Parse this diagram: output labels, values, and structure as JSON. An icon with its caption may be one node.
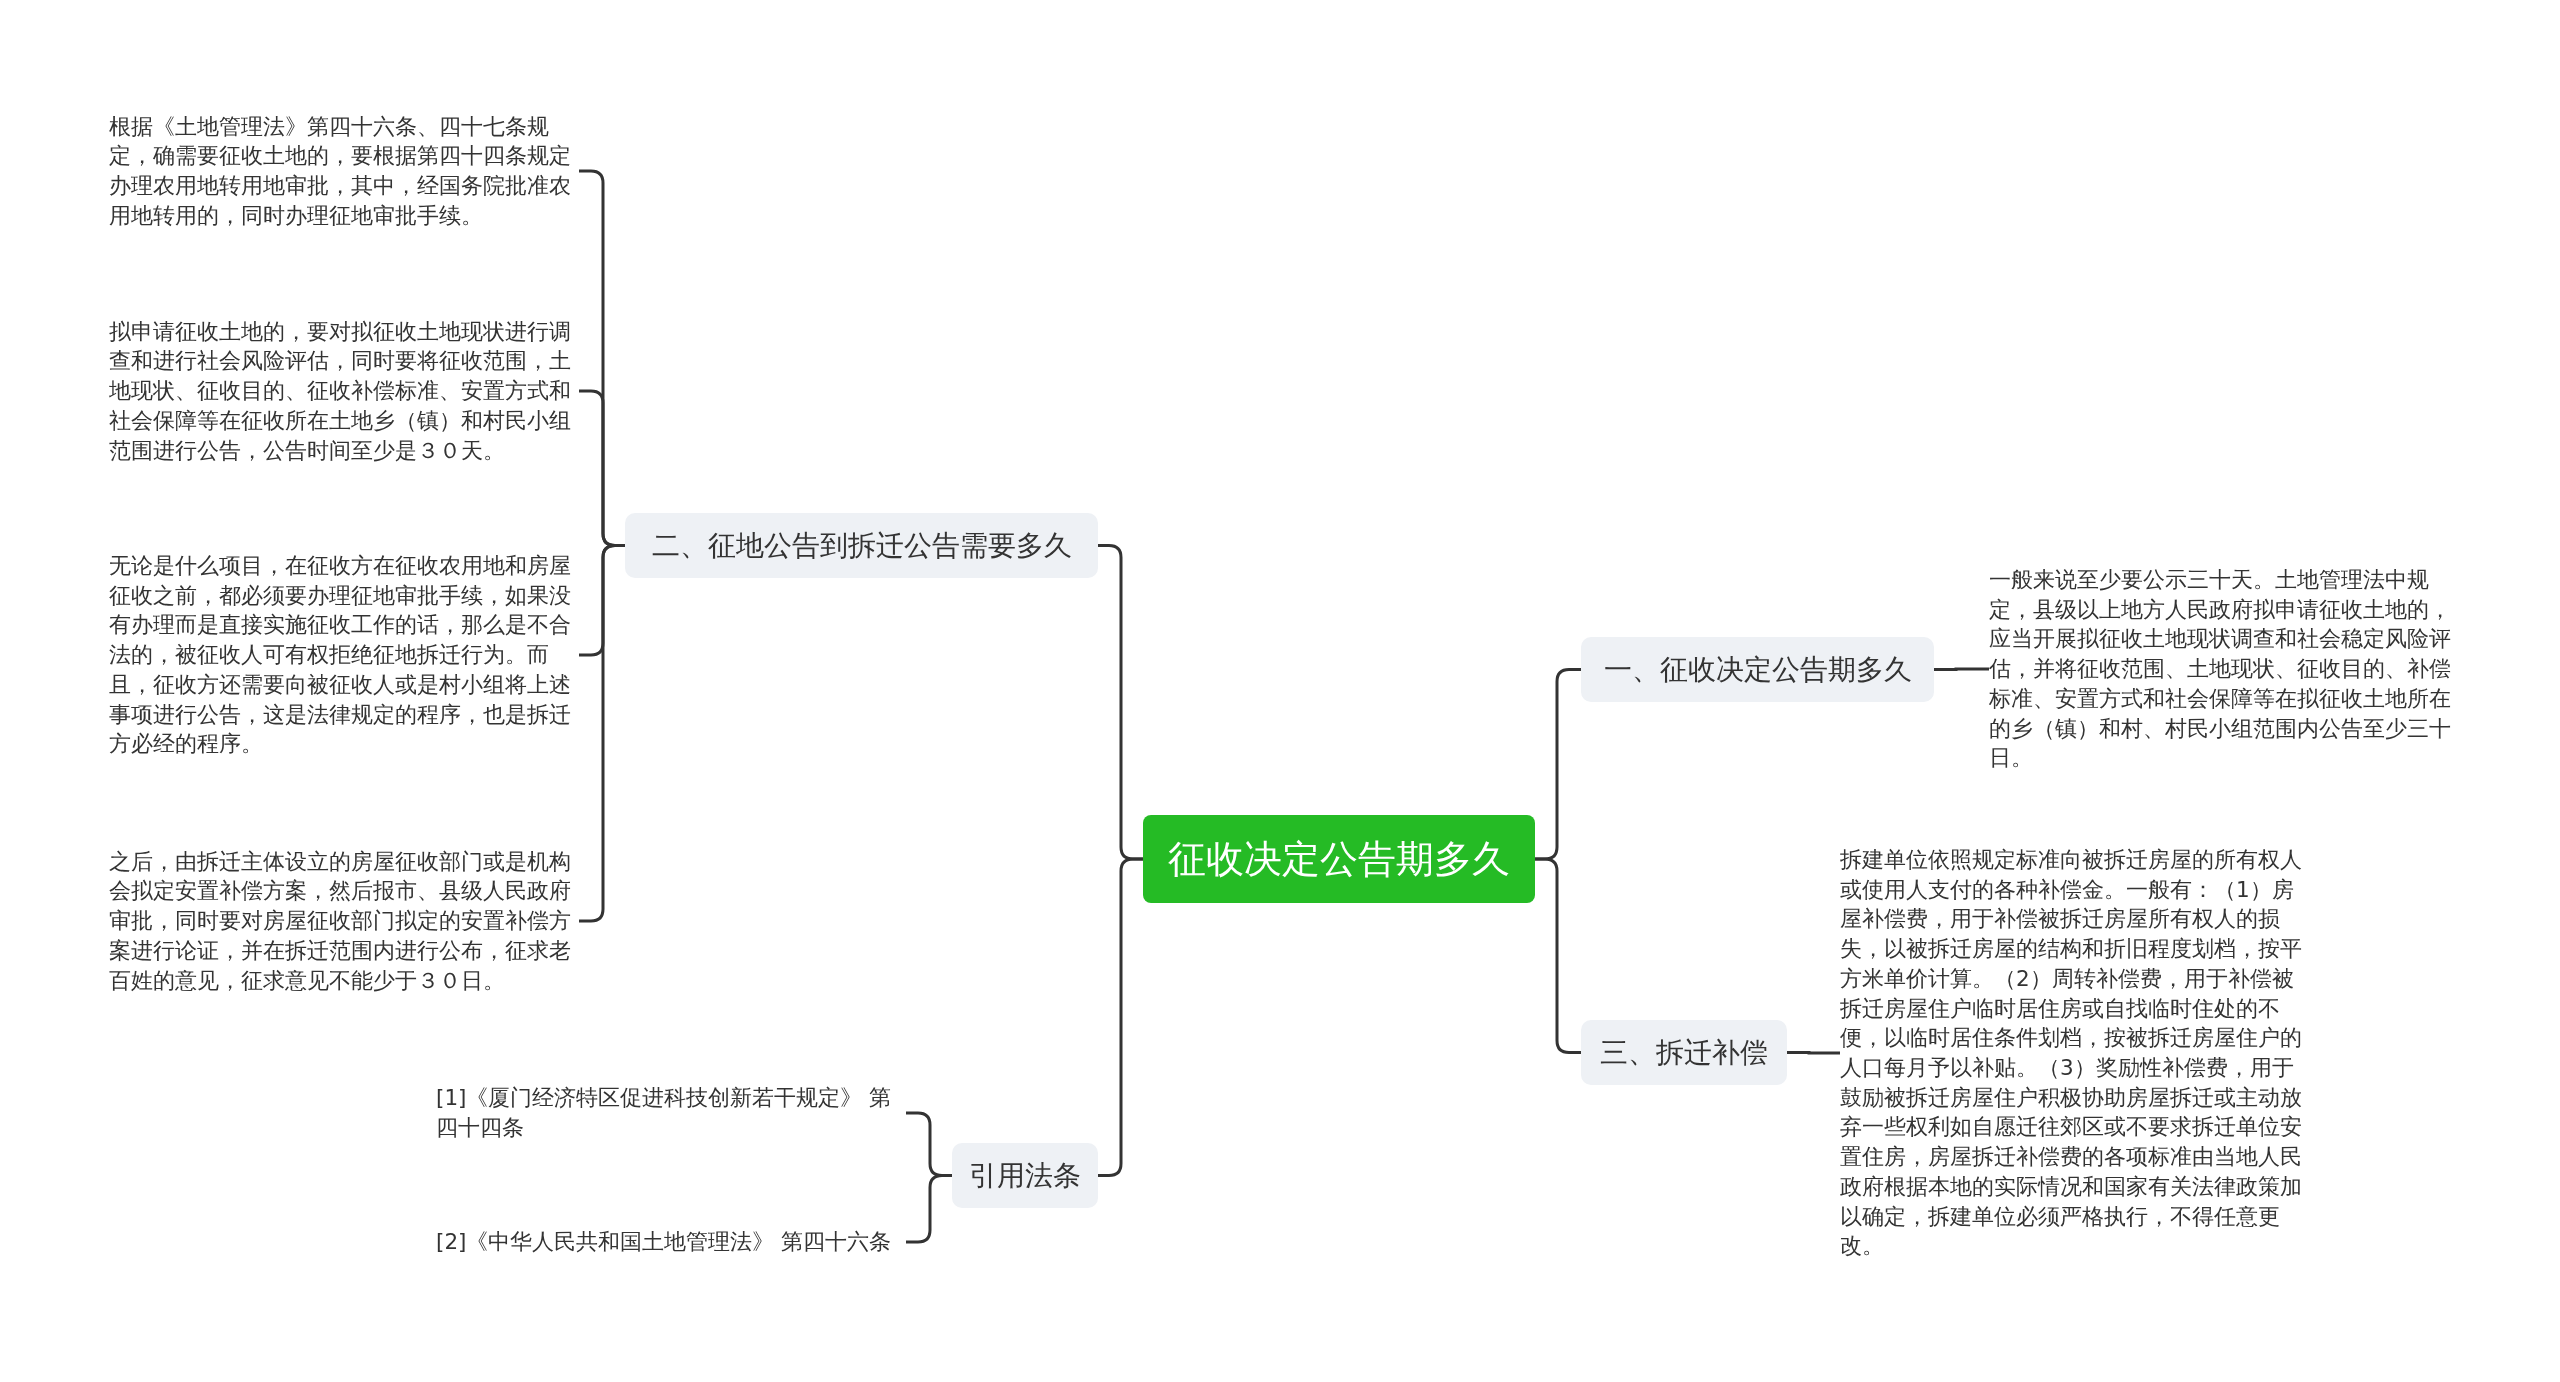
{
  "diagram": {
    "nodes": [
      {
        "text": [
          "征收决定公告期多久"
        ]
      },
      {
        "text": [
          "一、征收决定公告期多久"
        ]
      },
      {
        "text": [
          "一般来说至少要公示三十天。土地管理法中规定，县级以上地方人民政府拟申请征收土地的，应当开展拟征收土地现状调查和社会稳定风险评估，并将征收范围、土地现状、征收目的、补偿标准、安置方式和社会保障等在拟征收土地所在的乡（镇）和村、村民小组范围内公告至少三十日。"
        ]
      },
      {
        "text": [
          "三、拆迁补偿"
        ]
      },
      {
        "text": [
          "拆建单位依照规定标准向被拆迁房屋的所有权人或使用人支付的各种补偿金。一般有：（1）房屋补偿费，用于补偿被拆迁房屋所有权人的损失，以被拆迁房屋的结构和折旧程度划档，按平方米单价计算。（2）周转补偿费，用于补偿被拆迁房屋住户临时居住房或自找临时住处的不便，以临时居住条件划档，按被拆迁房屋住户的人口每月予以补贴。（3）奖励性补偿费，用于鼓励被拆迁房屋住户积极协助房屋拆迁或主动放弃一些权利如自愿迁往郊区或不要求拆迁单位安置住房，房屋拆迁补偿费的各项标准由当地人民政府根据本地的实际情况和国家有关法律政策加以确定，拆建单位必须严格执行，不得任意更改。"
        ]
      },
      {
        "text": [
          "二、征地公告到拆迁公告需要多久"
        ]
      },
      {
        "text": [
          "根据《土地管理法》第四十六条、四十七条规定，确需要征收土地的，要根据第四十四条规定办理农用地转用地审批，其中，经国务院批准农用地转用的，同时办理征地审批手续。"
        ]
      },
      {
        "text": [
          "拟申请征收土地的，要对拟征收土地现状进行调查和进行社会风险评估，同时要将征收范围，土地现状、征收目的、征收补偿标准、安置方式和社会保障等在征收所在土地乡（镇）和村民小组范围进行公告，公告时间至少是３０天。"
        ]
      },
      {
        "text": [
          "无论是什么项目，在征收方在征收农用地和房屋征收之前，都必须要办理征地审批手续，如果没有办理而是直接实施征收工作的话，那么是不合法的，被征收人可有权拒绝征地拆迁行为。而且，征收方还需要向被征收人或是村小组将上述事项进行公告，这是法律规定的程序，也是拆迁方必经的程序。"
        ]
      },
      {
        "text": [
          "之后，由拆迁主体设立的房屋征收部门或是机构会拟定安置补偿方案，然后报市、县级人民政府审批，同时要对房屋征收部门拟定的安置补偿方案进行论证，并在拆迁范围内进行公布，征求老百姓的意见，征求意见不能少于３０日。"
        ]
      },
      {
        "text": [
          "引用法条"
        ]
      },
      {
        "text": [
          "[1]《厦门经济特区促进科技创新若干规定》 第四十四条"
        ]
      },
      {
        "text": [
          "[2]《中华人民共和国土地管理法》 第四十六条"
        ]
      }
    ],
    "edges": [
      {
        "from": 0,
        "to": 1,
        "arrow": "none"
      },
      {
        "from": 1,
        "to": 2,
        "arrow": "none"
      },
      {
        "from": 0,
        "to": 3,
        "arrow": "none"
      },
      {
        "from": 3,
        "to": 4,
        "arrow": "none"
      },
      {
        "from": 0,
        "to": 5,
        "arrow": "none"
      },
      {
        "from": 5,
        "to": 6,
        "arrow": "none"
      },
      {
        "from": 5,
        "to": 7,
        "arrow": "none"
      },
      {
        "from": 5,
        "to": 8,
        "arrow": "none"
      },
      {
        "from": 5,
        "to": 9,
        "arrow": "none"
      },
      {
        "from": 0,
        "to": 10,
        "arrow": "none"
      },
      {
        "from": 10,
        "to": 11,
        "arrow": "none"
      },
      {
        "from": 10,
        "to": 12,
        "arrow": "none"
      }
    ]
  }
}
